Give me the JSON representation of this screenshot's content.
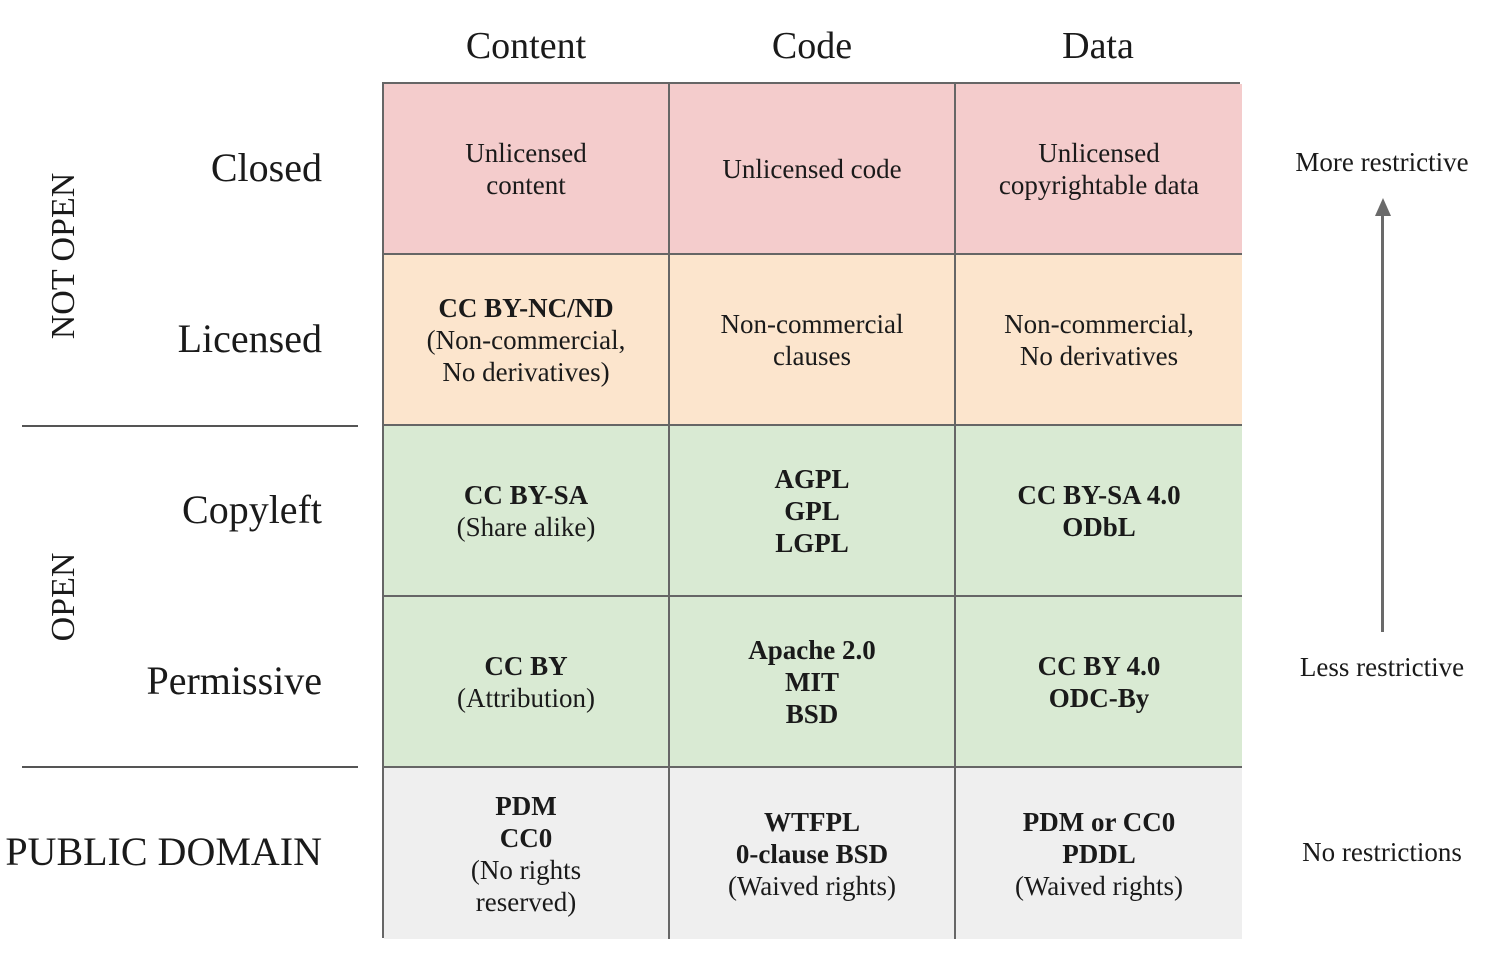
{
  "columns": [
    "Content",
    "Code",
    "Data"
  ],
  "groups": {
    "not_open": "NOT OPEN",
    "open": "OPEN",
    "public_domain": "PUBLIC DOMAIN"
  },
  "rows": [
    {
      "label": "Closed",
      "color": "#f4cccc",
      "cells": [
        {
          "lines": [
            {
              "text": "Unlicensed",
              "bold": false
            },
            {
              "text": "content",
              "bold": false
            }
          ]
        },
        {
          "lines": [
            {
              "text": "Unlicensed code",
              "bold": false
            }
          ]
        },
        {
          "lines": [
            {
              "text": "Unlicensed",
              "bold": false
            },
            {
              "text": "copyrightable data",
              "bold": false
            }
          ]
        }
      ]
    },
    {
      "label": "Licensed",
      "color": "#fce5cd",
      "cells": [
        {
          "lines": [
            {
              "text": "CC BY-NC/ND",
              "bold": true
            },
            {
              "text": "(Non-commercial,",
              "bold": false
            },
            {
              "text": "No derivatives)",
              "bold": false
            }
          ]
        },
        {
          "lines": [
            {
              "text": "Non-commercial",
              "bold": false
            },
            {
              "text": "clauses",
              "bold": false
            }
          ]
        },
        {
          "lines": [
            {
              "text": "Non-commercial,",
              "bold": false
            },
            {
              "text": "No derivatives",
              "bold": false
            }
          ]
        }
      ]
    },
    {
      "label": "Copyleft",
      "color": "#d9ead3",
      "cells": [
        {
          "lines": [
            {
              "text": "CC BY-SA",
              "bold": true
            },
            {
              "text": "(Share alike)",
              "bold": false
            }
          ]
        },
        {
          "lines": [
            {
              "text": "AGPL",
              "bold": true
            },
            {
              "text": "GPL",
              "bold": true
            },
            {
              "text": "LGPL",
              "bold": true
            }
          ]
        },
        {
          "lines": [
            {
              "text": "CC BY-SA 4.0",
              "bold": true
            },
            {
              "text": "ODbL",
              "bold": true
            }
          ]
        }
      ]
    },
    {
      "label": "Permissive",
      "color": "#d9ead3",
      "cells": [
        {
          "lines": [
            {
              "text": "CC BY",
              "bold": true
            },
            {
              "text": "(Attribution)",
              "bold": false
            }
          ]
        },
        {
          "lines": [
            {
              "text": "Apache 2.0",
              "bold": true
            },
            {
              "text": "MIT",
              "bold": true
            },
            {
              "text": "BSD",
              "bold": true
            }
          ]
        },
        {
          "lines": [
            {
              "text": "CC BY 4.0",
              "bold": true
            },
            {
              "text": "ODC-By",
              "bold": true
            }
          ]
        }
      ]
    },
    {
      "label": "PUBLIC DOMAIN",
      "color": "#efefef",
      "cells": [
        {
          "lines": [
            {
              "text": "PDM",
              "bold": true
            },
            {
              "text": "CC0",
              "bold": true
            },
            {
              "text": "(No rights",
              "bold": false
            },
            {
              "text": "reserved)",
              "bold": false
            }
          ]
        },
        {
          "lines": [
            {
              "text": "WTFPL",
              "bold": true
            },
            {
              "text": "0-clause BSD",
              "bold": true
            },
            {
              "text": "(Waived rights)",
              "bold": false
            }
          ]
        },
        {
          "lines": [
            {
              "text": "PDM or CC0",
              "bold": true
            },
            {
              "text": "PDDL",
              "bold": true
            },
            {
              "text": "(Waived rights)",
              "bold": false
            }
          ]
        }
      ]
    }
  ],
  "scale": {
    "top_label": "More restrictive",
    "bottom_label": "Less restrictive",
    "public_domain_label": "No restrictions"
  }
}
